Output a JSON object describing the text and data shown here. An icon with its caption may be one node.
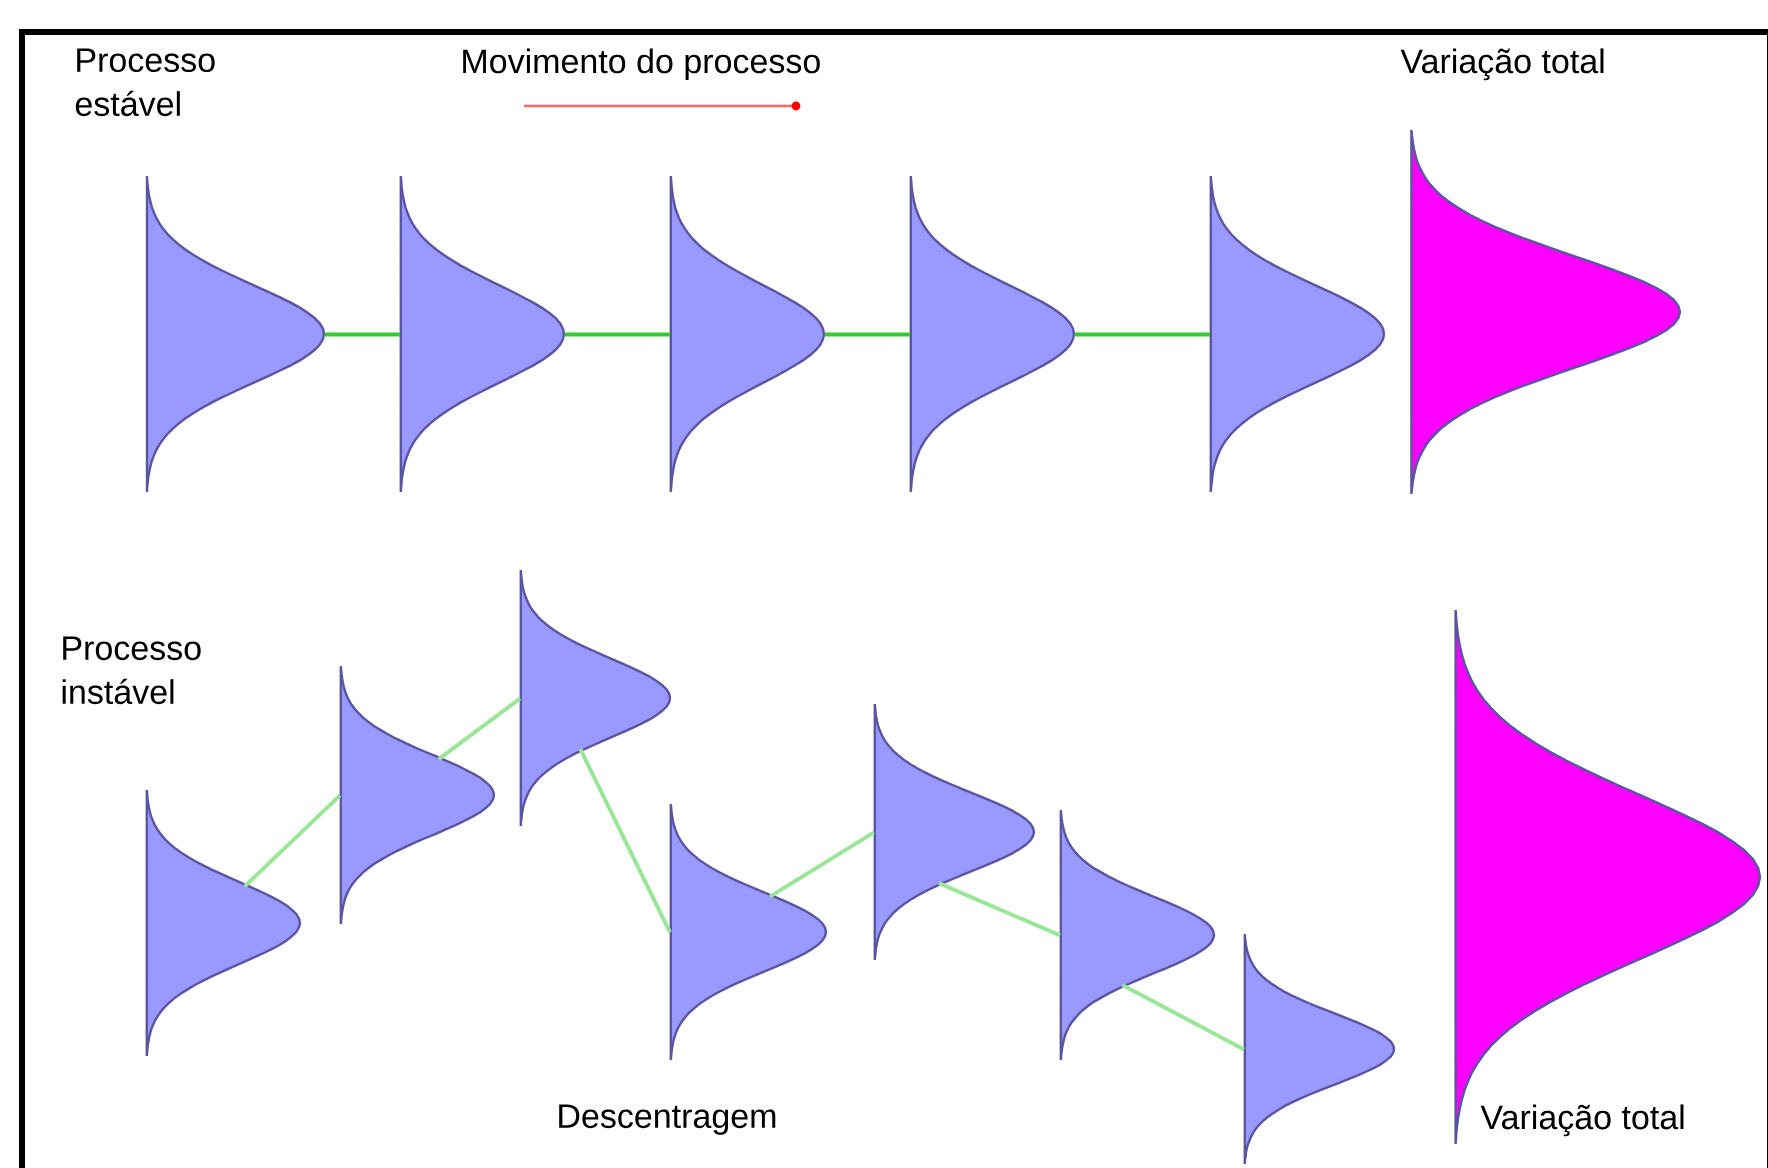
{
  "diagram": {
    "nodes": [
      {
        "text": [],
        "shape": "curve"
      },
      {
        "text": [],
        "shape": "curve"
      },
      {
        "text": [],
        "shape": "curve"
      },
      {
        "text": [],
        "shape": "curve"
      },
      {
        "text": [],
        "shape": "curve"
      },
      {
        "text": [],
        "shape": "curve"
      },
      {
        "text": [],
        "shape": "curve"
      },
      {
        "text": [],
        "shape": "curve"
      },
      {
        "text": [],
        "shape": "curve"
      },
      {
        "text": [],
        "shape": "curve"
      },
      {
        "text": [],
        "shape": "curve"
      },
      {
        "text": [],
        "shape": "curve"
      },
      {
        "text": [],
        "shape": "curve"
      },
      {
        "text": [],
        "shape": "curve"
      }
    ],
    "edges": [
      {
        "from": 0,
        "to": 1,
        "arrow": "none",
        "color": "#33cc33"
      },
      {
        "from": 1,
        "to": 2,
        "arrow": "none",
        "color": "#33cc33"
      },
      {
        "from": 2,
        "to": 3,
        "arrow": "none",
        "color": "#33cc33"
      },
      {
        "from": 3,
        "to": 4,
        "arrow": "none",
        "color": "#33cc33"
      },
      {
        "from": 6,
        "to": 7,
        "arrow": "none"
      },
      {
        "from": 7,
        "to": 8,
        "arrow": "none"
      },
      {
        "from": 8,
        "to": 9,
        "arrow": "none"
      },
      {
        "from": 9,
        "to": 10,
        "arrow": "none"
      },
      {
        "from": 10,
        "to": 11,
        "arrow": "none"
      },
      {
        "from": 11,
        "to": 12,
        "arrow": "none"
      }
    ],
    "labels": [
      "Processo estável",
      "Movimento do processo",
      "Variação total",
      "Processo instável",
      "Descentragem",
      "Variação total"
    ]
  }
}
